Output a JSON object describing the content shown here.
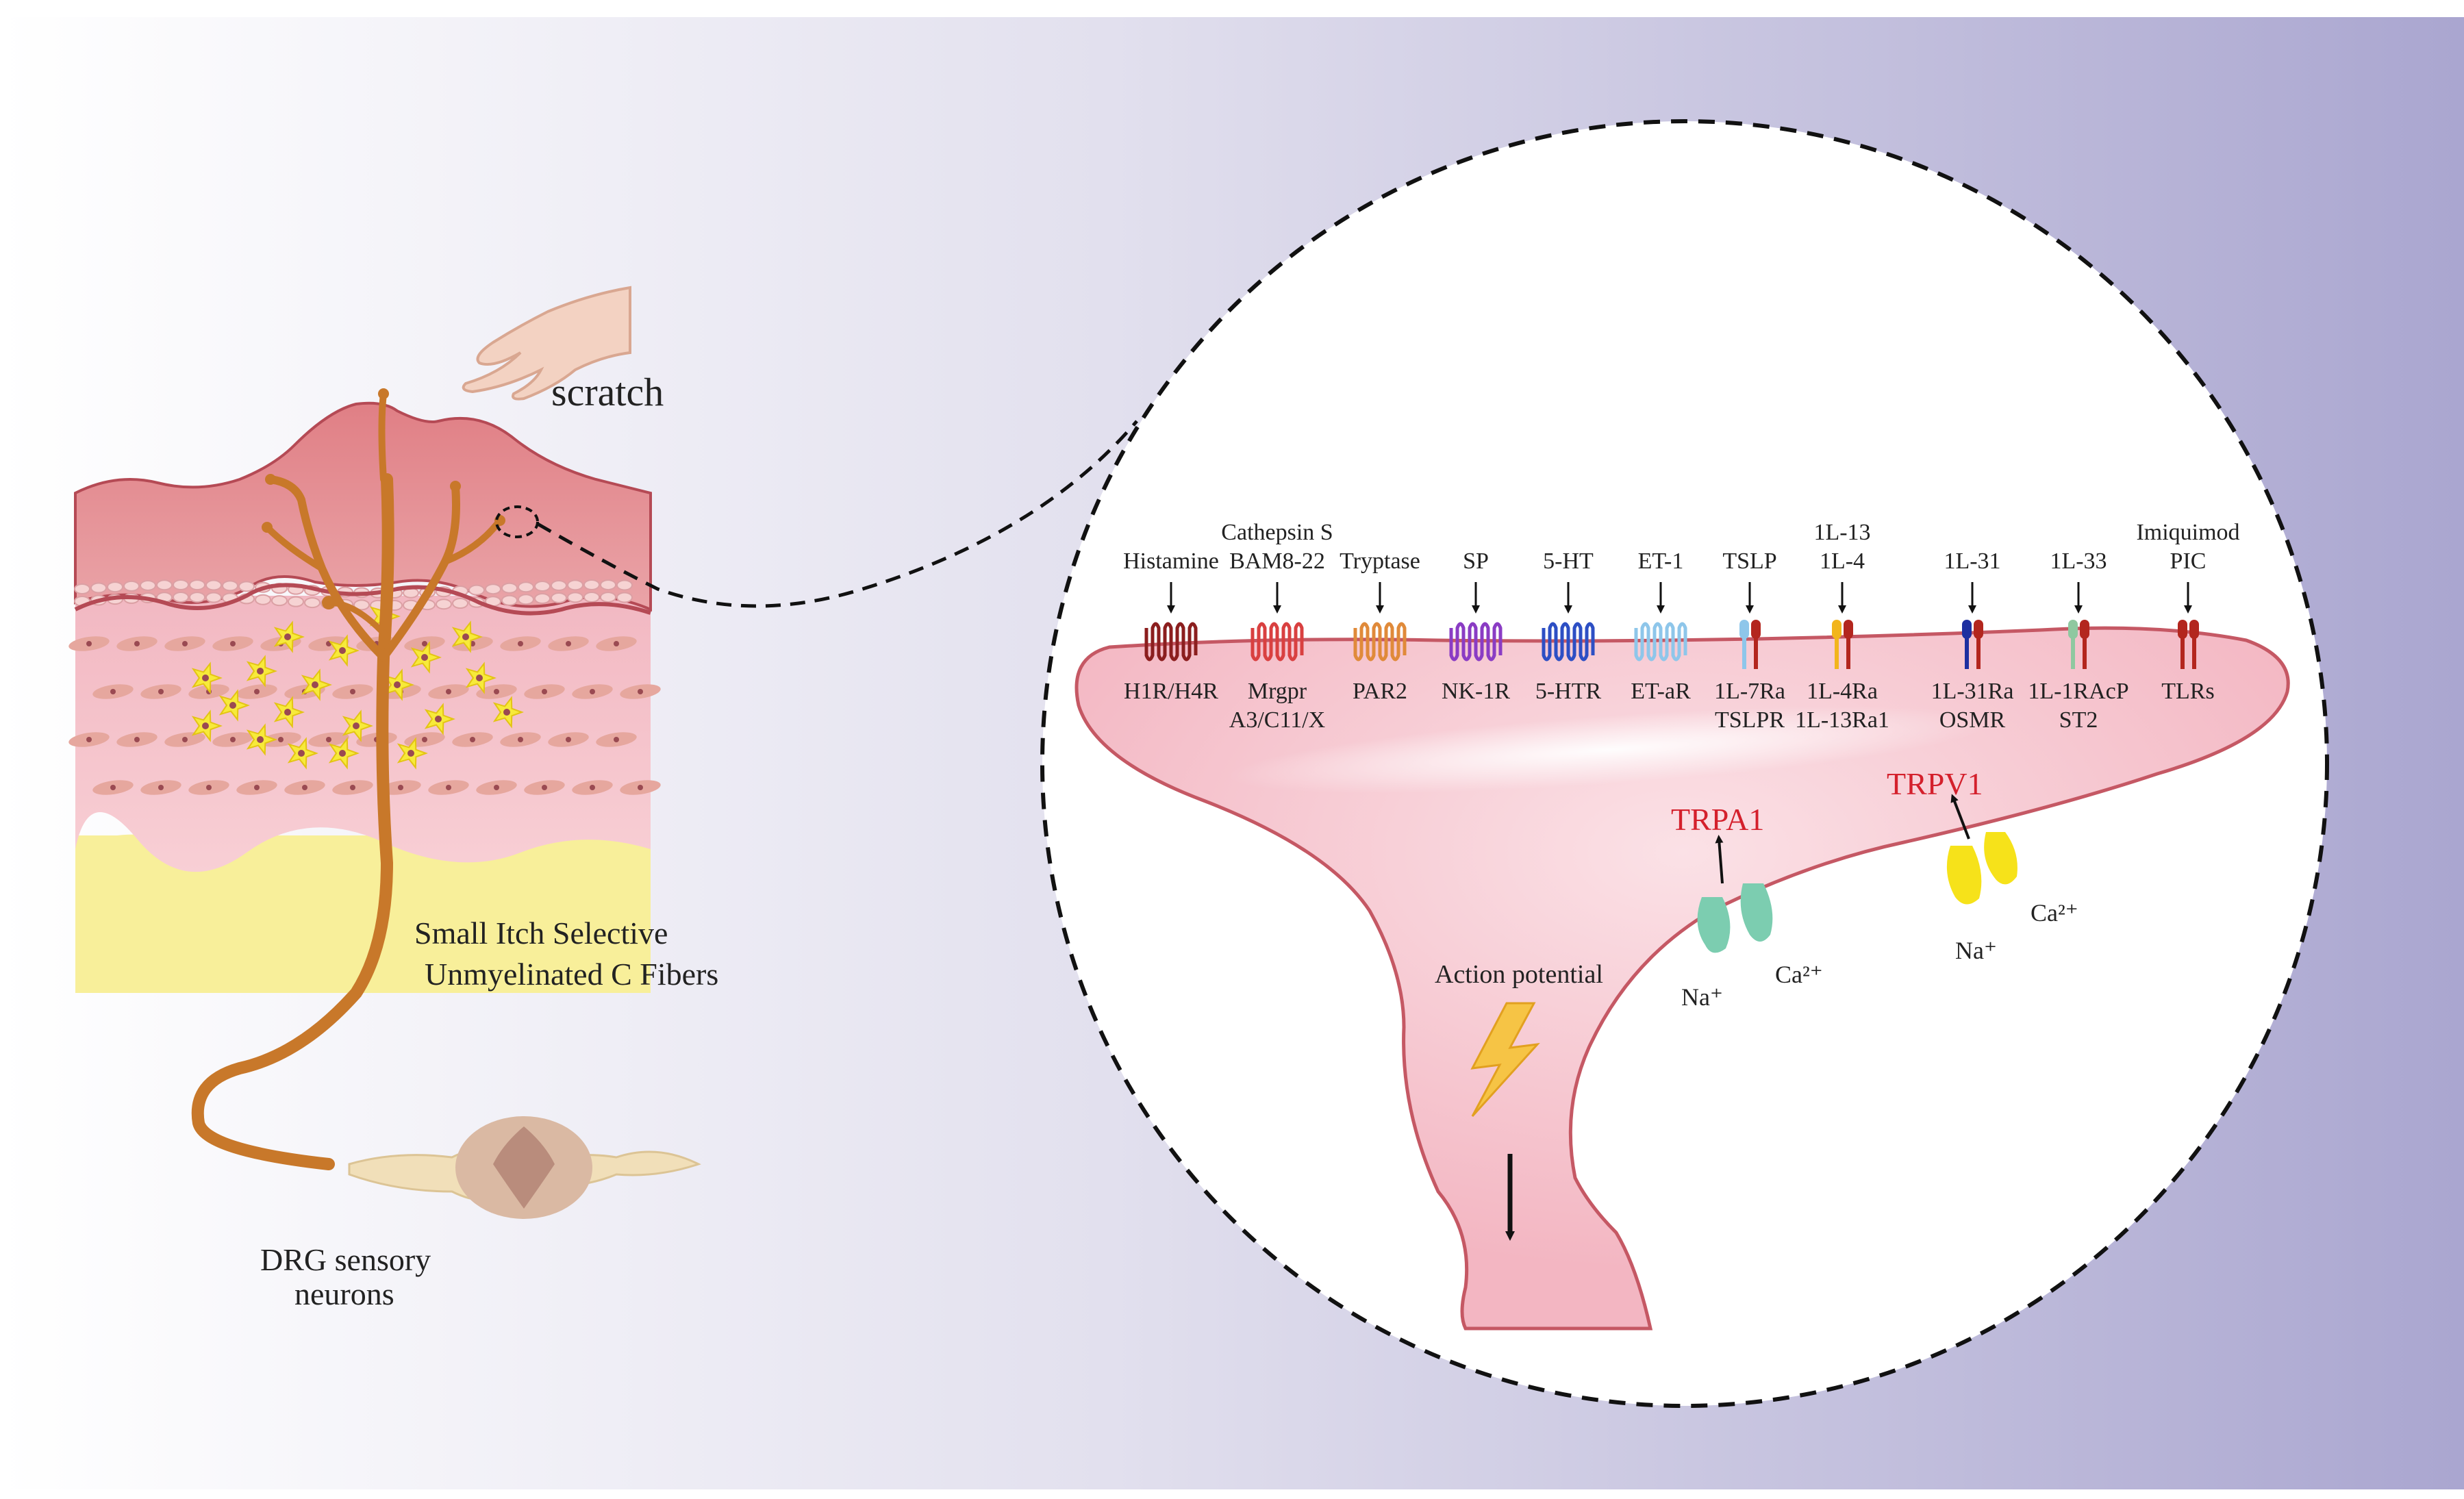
{
  "labels": {
    "scratch": "scratch",
    "fiber_line1": "Small Itch Selective",
    "fiber_line2": "Unmyelinated C Fibers",
    "drg_line1": "DRG sensory",
    "drg_line2": "neurons",
    "action_potential": "Action potential",
    "trpa1": "TRPA1",
    "trpv1": "TRPV1",
    "na_a": "Na⁺",
    "ca_a": "Ca²⁺",
    "na_v": "Na⁺",
    "ca_v": "Ca²⁺"
  },
  "receptors": [
    {
      "ligand": [
        "Histamine"
      ],
      "receptor": [
        "H1R/H4R"
      ],
      "type": "gpcr",
      "color": "#8b1e1e"
    },
    {
      "ligand": [
        "Cathepsin S",
        "BAM8-22"
      ],
      "receptor": [
        "Mrgpr",
        "A3/C11/X"
      ],
      "type": "gpcr",
      "color": "#d94040"
    },
    {
      "ligand": [
        "Tryptase"
      ],
      "receptor": [
        "PAR2"
      ],
      "type": "gpcr",
      "color": "#e08a3a"
    },
    {
      "ligand": [
        "SP"
      ],
      "receptor": [
        "NK-1R"
      ],
      "type": "gpcr",
      "color": "#8a3cc4"
    },
    {
      "ligand": [
        "5-HT"
      ],
      "receptor": [
        "5-HTR"
      ],
      "type": "gpcr",
      "color": "#2d4fc4"
    },
    {
      "ligand": [
        "ET-1"
      ],
      "receptor": [
        "ET-aR"
      ],
      "type": "gpcr",
      "color": "#8ec6ea"
    },
    {
      "ligand": [
        "TSLP"
      ],
      "receptor": [
        "1L-7Ra",
        "TSLPR"
      ],
      "type": "pair",
      "color": "#8ec6ea",
      "color2": "#b3261e"
    },
    {
      "ligand": [
        "1L-13",
        "1L-4"
      ],
      "receptor": [
        "1L-4Ra",
        "1L-13Ra1"
      ],
      "type": "pair",
      "color": "#f2b51c",
      "color2": "#b3261e"
    },
    {
      "ligand": [
        "1L-31"
      ],
      "receptor": [
        "1L-31Ra",
        "OSMR"
      ],
      "type": "pair",
      "color": "#1d2fa0",
      "color2": "#b3261e"
    },
    {
      "ligand": [
        "1L-33"
      ],
      "receptor": [
        "1L-1RAcP",
        "ST2"
      ],
      "type": "pair",
      "color": "#8fc8a0",
      "color2": "#b3261e"
    },
    {
      "ligand": [
        "Imiquimod",
        "PIC"
      ],
      "receptor": [
        "TLRs"
      ],
      "type": "pair",
      "color": "#b3261e",
      "color2": "#b3261e"
    }
  ]
}
